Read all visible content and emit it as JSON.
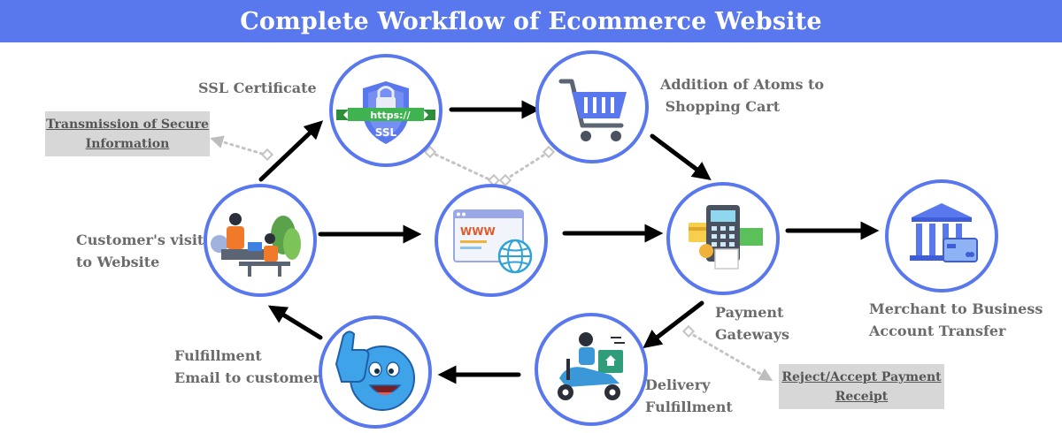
{
  "title": "Complete Workflow of Ecommerce Website",
  "colors": {
    "banner": "#5a78ee",
    "ring": "#5a78ee",
    "arrow": "#000000",
    "dotted": "#bdbdbd",
    "label": "#6b6b6b",
    "box": "#d7d7d7"
  },
  "nodes": {
    "ssl": {
      "label": [
        "SSL Certificate"
      ],
      "icon": "ssl-shield-icon",
      "badge": "https://",
      "badge_sub": "SSL"
    },
    "cart": {
      "label": [
        "Addition of Atoms to",
        " Shopping Cart"
      ],
      "icon": "shopping-cart-icon"
    },
    "website": {
      "label": [],
      "icon": "www-globe-icon",
      "badge": "WWW"
    },
    "customer": {
      "label": [
        "Customer's visit",
        "to Website"
      ],
      "icon": "people-at-computers-icon"
    },
    "payment": {
      "label": [
        "Payment",
        "Gateways"
      ],
      "icon": "payment-terminal-icon"
    },
    "merchant": {
      "label": [
        "Merchant to Business",
        "Account Transfer"
      ],
      "icon": "bank-icon"
    },
    "delivery": {
      "label": [
        "Delivery",
        "Fulfillment"
      ],
      "icon": "delivery-scooter-icon"
    },
    "email": {
      "label": [
        "Fulfillment",
        "Email to customer"
      ],
      "icon": "thumbs-up-smiley-icon"
    }
  },
  "callouts": {
    "secure": [
      "Transmission of Secure",
      "Information"
    ],
    "receipt": [
      "Reject/Accept Payment",
      "Receipt"
    ]
  }
}
